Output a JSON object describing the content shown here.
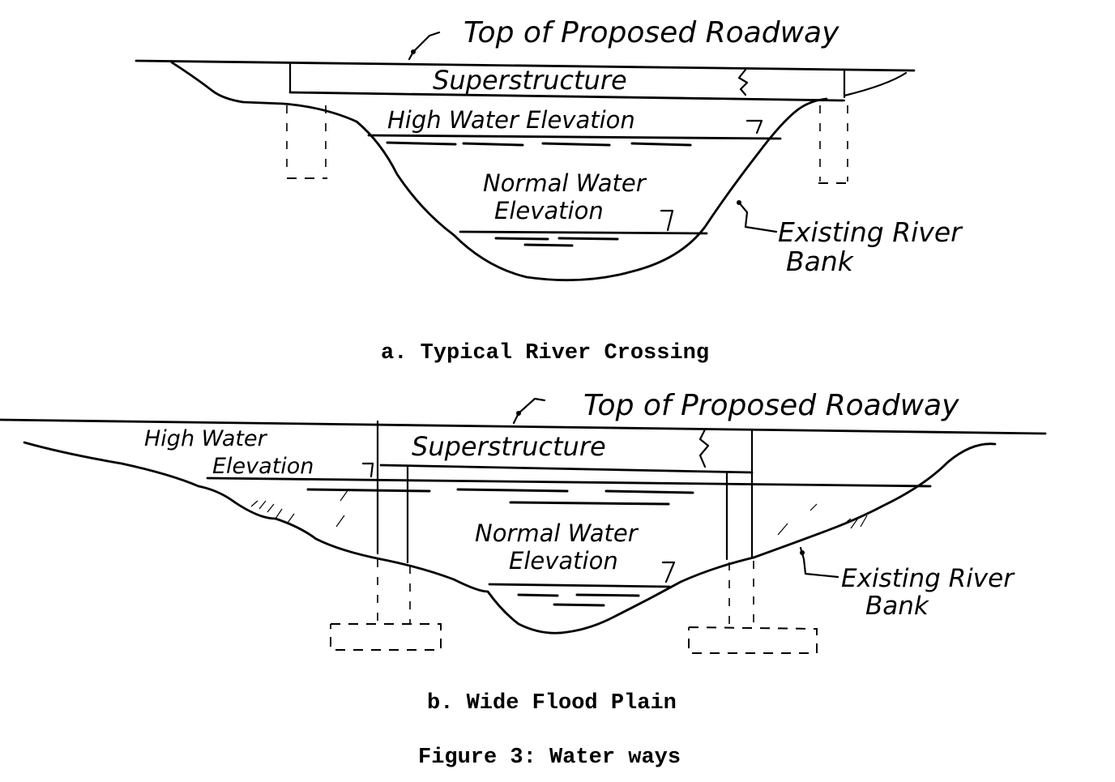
{
  "figure": {
    "caption": "Figure 3: Water ways",
    "panels": [
      {
        "id": "a",
        "caption": "a. Typical River Crossing",
        "labels": {
          "roadway": "Top of Proposed Roadway",
          "superstructure": "Superstructure",
          "high_water": "High Water Elevation",
          "normal_water_line1": "Normal Water",
          "normal_water_line2": "Elevation",
          "river_bank_line1": "Existing River",
          "river_bank_line2": "Bank"
        }
      },
      {
        "id": "b",
        "caption": "b. Wide Flood Plain",
        "labels": {
          "roadway": "Top of Proposed Roadway",
          "superstructure": "Superstructure",
          "high_water_line1": "High Water",
          "high_water_line2": "Elevation",
          "normal_water_line1": "Normal Water",
          "normal_water_line2": "Elevation",
          "river_bank_line1": "Existing River",
          "river_bank_line2": "Bank"
        }
      }
    ]
  },
  "colors": {
    "ink": "#000000",
    "paper": "#ffffff"
  }
}
